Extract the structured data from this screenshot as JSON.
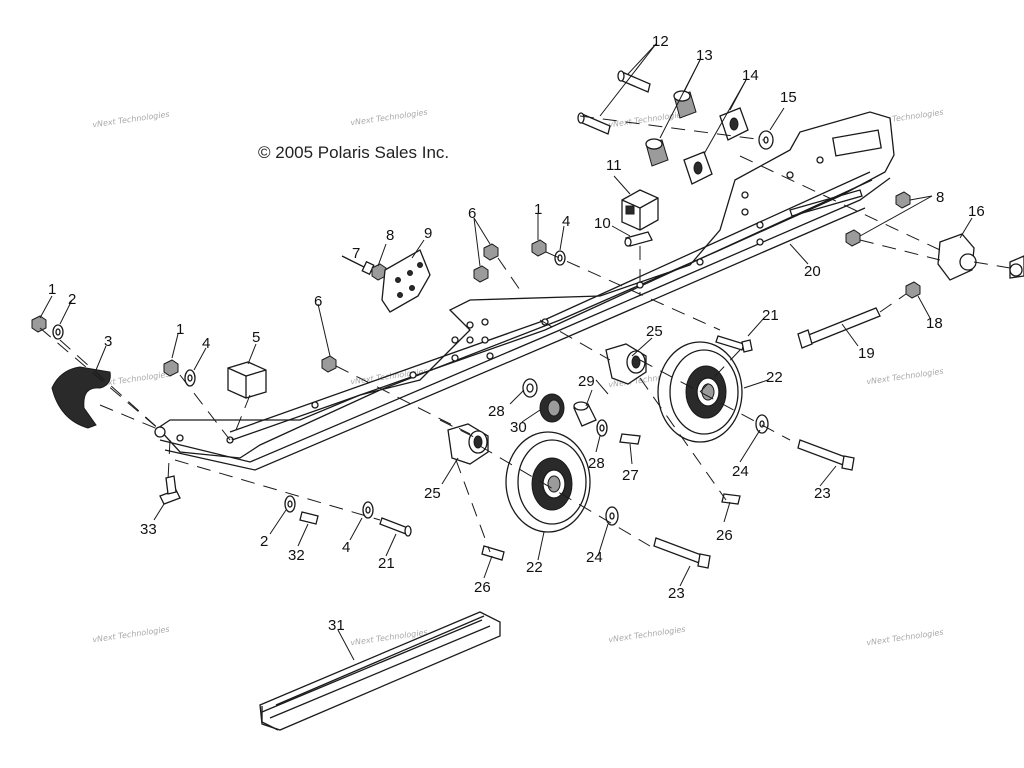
{
  "diagram": {
    "copyright": "© 2005 Polaris Sales Inc.",
    "watermark": "vNext Technologies",
    "callouts": [
      "1",
      "2",
      "3",
      "4",
      "5",
      "6",
      "7",
      "8",
      "9",
      "10",
      "11",
      "12",
      "13",
      "14",
      "15",
      "16",
      "18",
      "19",
      "20",
      "21",
      "22",
      "23",
      "24",
      "25",
      "26",
      "27",
      "28",
      "29",
      "30",
      "31",
      "32",
      "33"
    ]
  }
}
